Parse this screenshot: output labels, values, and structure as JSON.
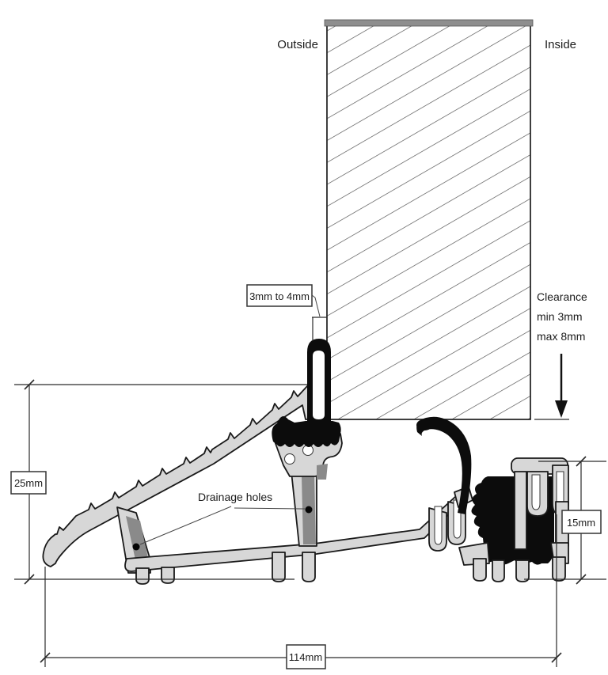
{
  "diagram": {
    "side_labels": {
      "outside": "Outside",
      "inside": "Inside"
    },
    "annotations": {
      "gap_label": "3mm to 4mm",
      "clearance": {
        "line1": "Clearance",
        "line2": "min 3mm",
        "line3": "max 8mm"
      },
      "drainage_label": "Drainage holes"
    },
    "dimensions": {
      "threshold_height": "25mm",
      "internal_upstand_height": "15mm",
      "overall_depth": "114mm"
    }
  },
  "colors": {
    "background": "#ffffff",
    "aluminum": "#d7d7d7",
    "aluminum_shadow": "#8a8a8a",
    "outline": "#1a1a1a",
    "seal": "#0c0c0c",
    "annotation": "#2a2a2a",
    "door_cap": "#8e8e8e"
  }
}
